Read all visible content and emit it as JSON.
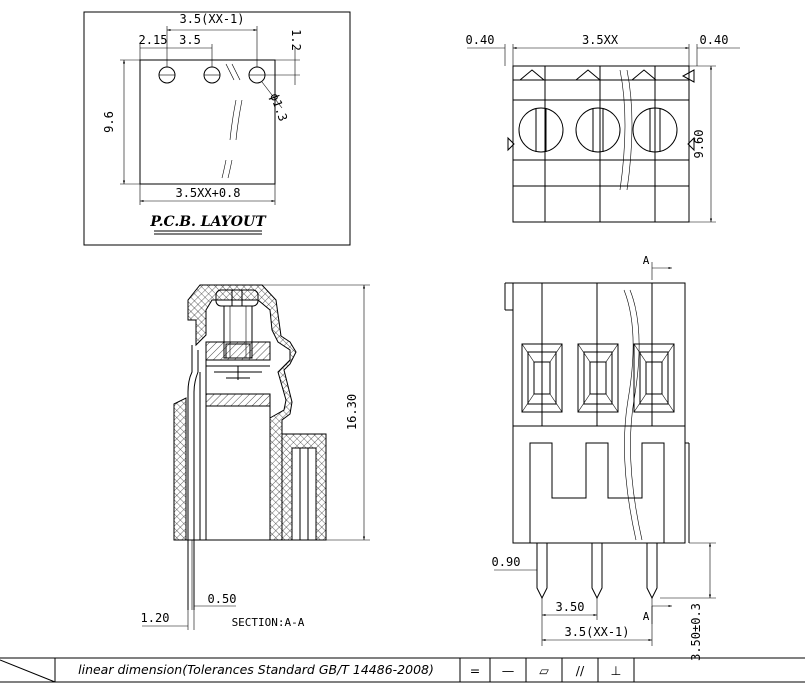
{
  "pcb_layout": {
    "title": "P.C.B. LAYOUT",
    "dim_top_total": "3.5(XX-1)",
    "dim_edge": "2.15",
    "dim_pitch": "3.5",
    "dim_hole_offset": "1.2",
    "dim_height": "9.6",
    "dim_hole_dia": "ϕ1.3",
    "dim_bottom": "3.5XX+0.8"
  },
  "top_view": {
    "dim_left": "0.40",
    "dim_mid": "3.5XX",
    "dim_right": "0.40",
    "dim_height": "9.60"
  },
  "section_view": {
    "dim_height": "16.30",
    "dim_pin_width": "0.50",
    "dim_pin_offset": "1.20",
    "caption": "SECTION:A-A"
  },
  "front_view": {
    "marker_top": "A",
    "marker_bottom": "A",
    "dim_pin_width": "0.90",
    "dim_pitch": "3.50",
    "dim_total": "3.5(XX-1)",
    "dim_pin_length": "3.50±0.3"
  },
  "title_block": {
    "tolerance_text": "linear dimension(Tolerances Standard GB/T 14486-2008)",
    "symbols": [
      "=",
      "—",
      "▱",
      "//",
      "⊥"
    ]
  }
}
